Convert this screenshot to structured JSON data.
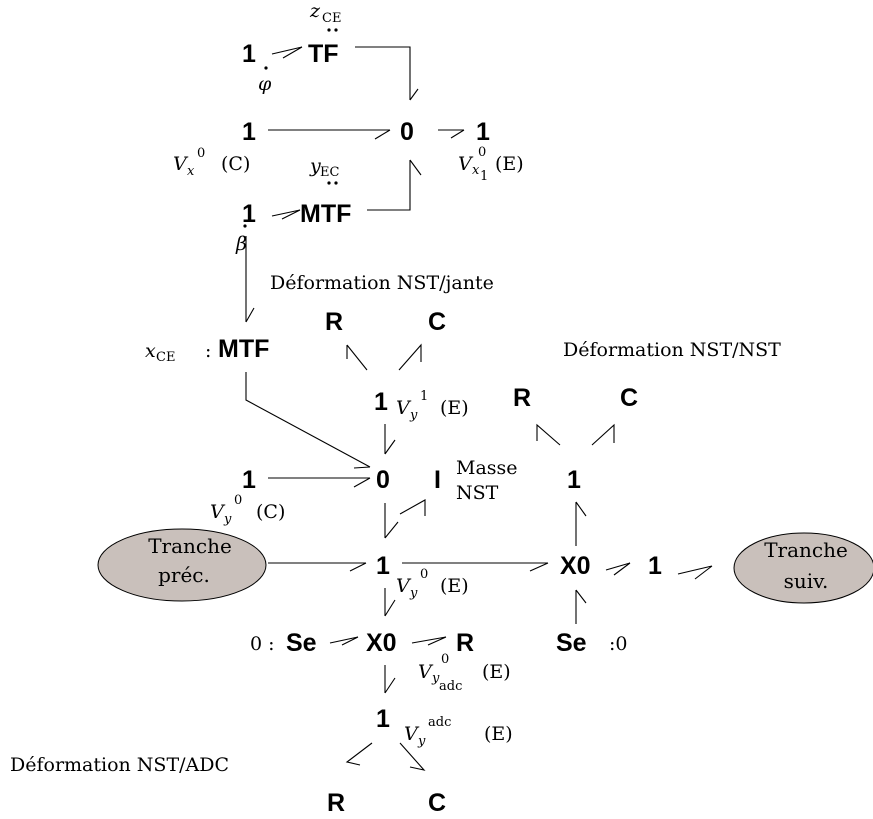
{
  "nodes": {
    "one_top": "1",
    "tf": "TF",
    "one_vx0": "1",
    "zero_top": "0",
    "one_vx1": "1",
    "one_beta": "1",
    "mtf_top": "MTF",
    "mtf_xce": "MTF",
    "r_jante": "R",
    "c_jante": "C",
    "one_vy1": "1",
    "r_nst": "R",
    "c_nst": "C",
    "one_vy0c": "1",
    "zero_mid": "0",
    "i_masse": "I",
    "one_right": "1",
    "one_center": "1",
    "x0_right": "X0",
    "one_suiv": "1",
    "se_left": "Se",
    "x0_bottom": "X0",
    "r_bottom": "R",
    "se_right": "Se",
    "one_adc": "1",
    "r_adc": "R",
    "c_adc": "C"
  },
  "labels": {
    "z_ce_sym": "z",
    "z_ce_sub": "CE",
    "phi_dot": "φ",
    "vx0_sym": "V",
    "vx0_sub": "x",
    "vx0_sup": "0",
    "vx0_tag": "(C)",
    "y_ec_sym": "y",
    "y_ec_sub": "EC",
    "vx1_sym": "V",
    "vx1_sub": "x",
    "vx1_sup": "0",
    "vx1_subsub": "1",
    "vx1_tag": "(E)",
    "beta_dot": "β",
    "def_jante": "Déformation NST/jante",
    "x_ce_sym": "x",
    "x_ce_sub": "CE",
    "x_ce_colon": ":",
    "def_nst": "Déformation NST/NST",
    "vy1_sym": "V",
    "vy1_sub": "y",
    "vy1_sup": "1",
    "vy1_tag": "(E)",
    "masse_1": "Masse",
    "masse_2": "NST",
    "vy0c_sym": "V",
    "vy0c_sub": "y",
    "vy0c_sup": "0",
    "vy0c_tag": "(C)",
    "vy0e_sym": "V",
    "vy0e_sub": "y",
    "vy0e_sup": "0",
    "vy0e_tag": "(E)",
    "se_left_prefix": "0 :",
    "se_right_suffix": ":0",
    "vyadc0_sym": "V",
    "vyadc0_sub": "y",
    "vyadc0_sup": "0",
    "vyadc0_subsub": "adc",
    "vyadc0_tag": "(E)",
    "vyadc_sym": "V",
    "vyadc_sub": "y",
    "vyadc_sup": "adc",
    "vyadc_tag": "(E)",
    "def_adc": "Déformation NST/ADC"
  },
  "ellipses": {
    "prev_line1": "Tranche",
    "prev_line2": "préc.",
    "next_line1": "Tranche",
    "next_line2": "suiv.",
    "fill": "#c9c0bb"
  }
}
